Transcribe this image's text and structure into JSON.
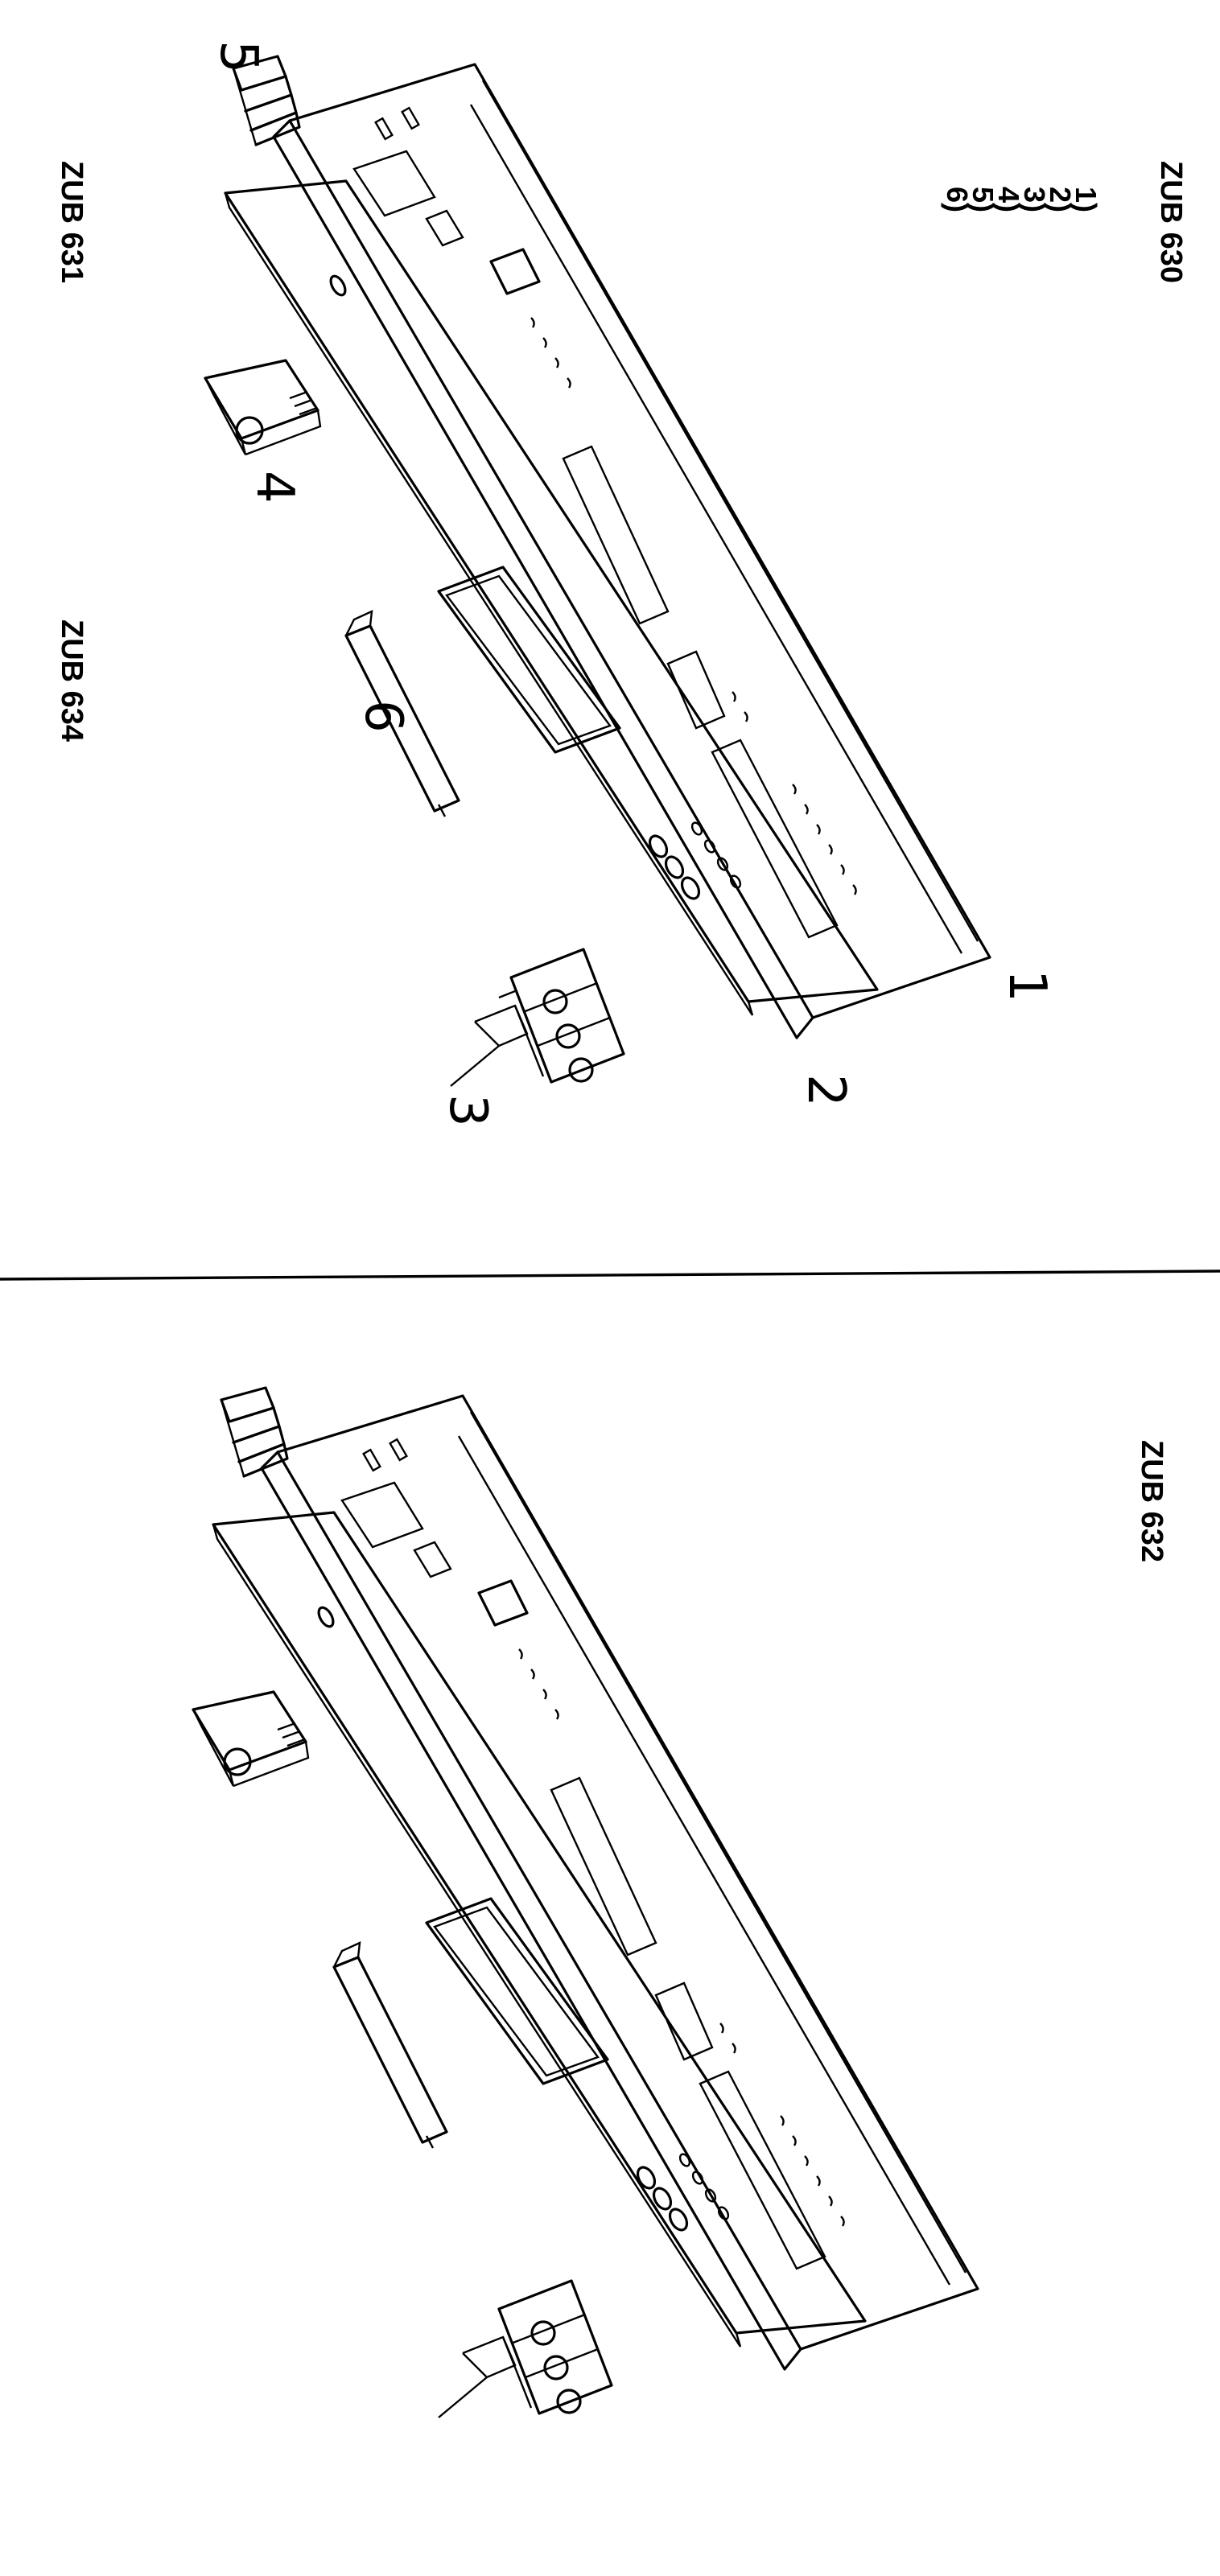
{
  "labels": {
    "zub_630": "ZUB 630",
    "zub_631": "ZUB 631",
    "zub_634": "ZUB 634",
    "zub_632": "ZUB 632"
  },
  "legend": {
    "items": [
      "1)",
      "2)",
      "3)",
      "4)",
      "5)",
      "6)"
    ]
  },
  "callouts": [
    "1",
    "2",
    "3",
    "4",
    "5",
    "6"
  ]
}
